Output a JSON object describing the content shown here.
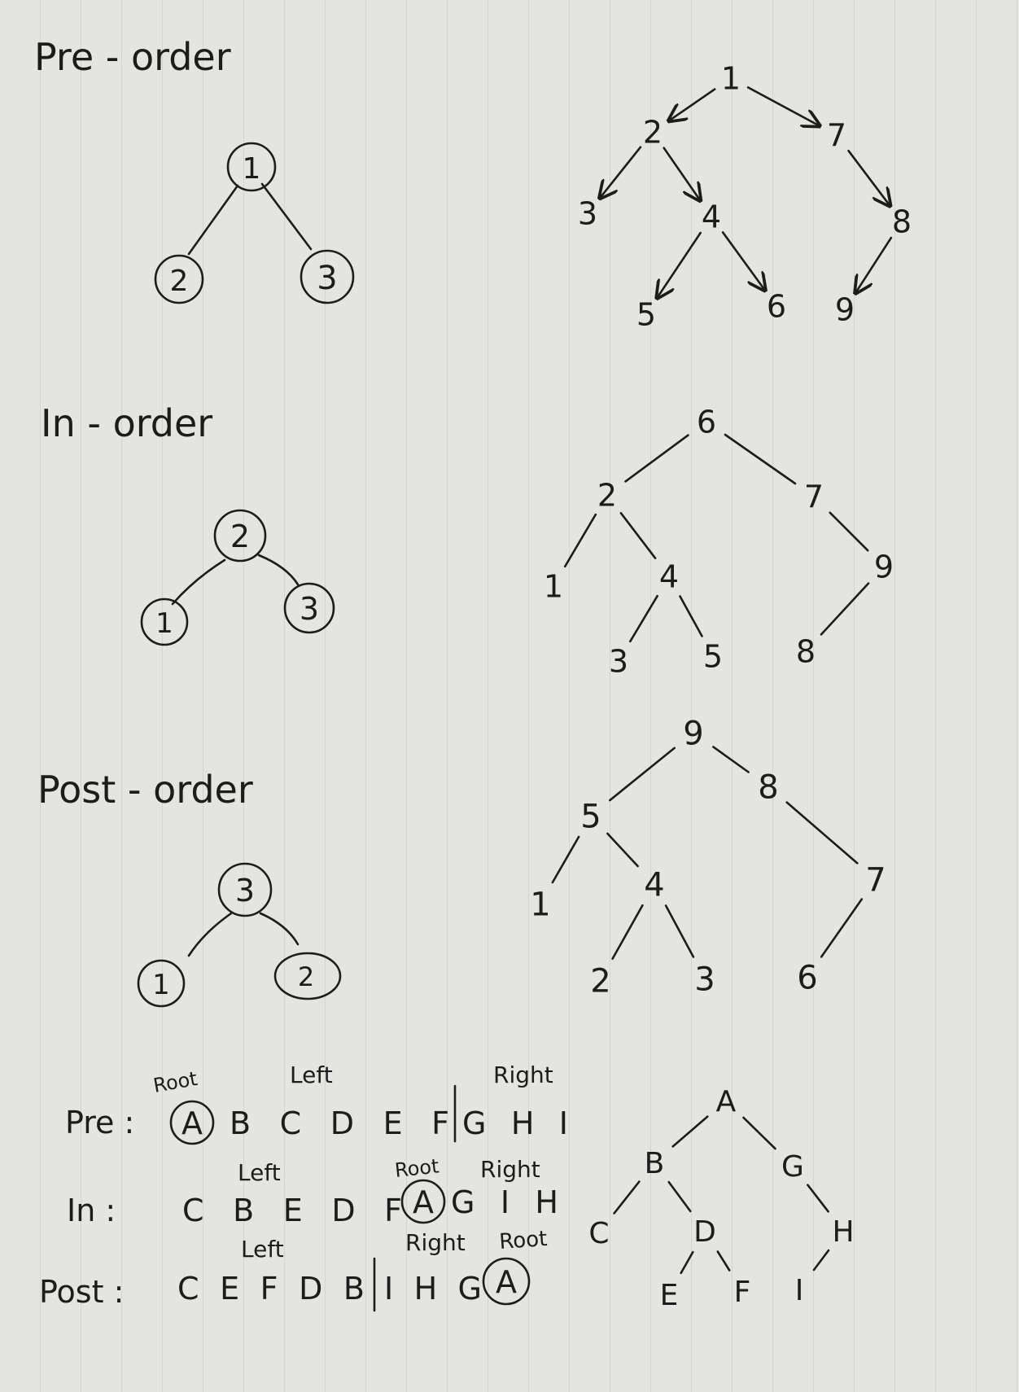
{
  "titles": {
    "preorder": "Pre - order",
    "inorder": "In - order",
    "postorder": "Post - order"
  },
  "small_trees": [
    {
      "id": "pre",
      "root": "1",
      "left": "2",
      "right": "3"
    },
    {
      "id": "in",
      "root": "2",
      "left": "1",
      "right": "3"
    },
    {
      "id": "post",
      "root": "3",
      "left": "1",
      "right": "2"
    }
  ],
  "big_trees": [
    {
      "id": "pre",
      "nodes": [
        {
          "k": "n1",
          "label": "1"
        },
        {
          "k": "n2",
          "label": "2"
        },
        {
          "k": "n7",
          "label": "7"
        },
        {
          "k": "n3",
          "label": "3"
        },
        {
          "k": "n4",
          "label": "4"
        },
        {
          "k": "n8",
          "label": "8"
        },
        {
          "k": "n5",
          "label": "5"
        },
        {
          "k": "n6",
          "label": "6"
        },
        {
          "k": "n9",
          "label": "9"
        }
      ],
      "edges": [
        [
          "n1",
          "n2"
        ],
        [
          "n1",
          "n7"
        ],
        [
          "n2",
          "n3"
        ],
        [
          "n2",
          "n4"
        ],
        [
          "n7",
          "n8"
        ],
        [
          "n4",
          "n5"
        ],
        [
          "n4",
          "n6"
        ],
        [
          "n8",
          "n9"
        ]
      ]
    },
    {
      "id": "in",
      "nodes": [
        {
          "k": "n6",
          "label": "6"
        },
        {
          "k": "n2",
          "label": "2"
        },
        {
          "k": "n7",
          "label": "7"
        },
        {
          "k": "n1",
          "label": "1"
        },
        {
          "k": "n4",
          "label": "4"
        },
        {
          "k": "n9",
          "label": "9"
        },
        {
          "k": "n3",
          "label": "3"
        },
        {
          "k": "n5",
          "label": "5"
        },
        {
          "k": "n8",
          "label": "8"
        }
      ],
      "edges": [
        [
          "n6",
          "n2"
        ],
        [
          "n6",
          "n7"
        ],
        [
          "n2",
          "n1"
        ],
        [
          "n2",
          "n4"
        ],
        [
          "n7",
          "n9"
        ],
        [
          "n4",
          "n3"
        ],
        [
          "n4",
          "n5"
        ],
        [
          "n9",
          "n8"
        ]
      ]
    },
    {
      "id": "post",
      "nodes": [
        {
          "k": "n9",
          "label": "9"
        },
        {
          "k": "n5",
          "label": "5"
        },
        {
          "k": "n8",
          "label": "8"
        },
        {
          "k": "n1",
          "label": "1"
        },
        {
          "k": "n4",
          "label": "4"
        },
        {
          "k": "n7",
          "label": "7"
        },
        {
          "k": "n2",
          "label": "2"
        },
        {
          "k": "n3",
          "label": "3"
        },
        {
          "k": "n6",
          "label": "6"
        }
      ],
      "edges": [
        [
          "n9",
          "n5"
        ],
        [
          "n9",
          "n8"
        ],
        [
          "n5",
          "n1"
        ],
        [
          "n5",
          "n4"
        ],
        [
          "n8",
          "n7"
        ],
        [
          "n4",
          "n2"
        ],
        [
          "n4",
          "n3"
        ],
        [
          "n7",
          "n6"
        ]
      ]
    },
    {
      "id": "abc",
      "nodes": [
        {
          "k": "A",
          "label": "A"
        },
        {
          "k": "B",
          "label": "B"
        },
        {
          "k": "G",
          "label": "G"
        },
        {
          "k": "C",
          "label": "C"
        },
        {
          "k": "D",
          "label": "D"
        },
        {
          "k": "H",
          "label": "H"
        },
        {
          "k": "E",
          "label": "E"
        },
        {
          "k": "F",
          "label": "F"
        },
        {
          "k": "I",
          "label": "I"
        }
      ],
      "edges": [
        [
          "A",
          "B"
        ],
        [
          "A",
          "G"
        ],
        [
          "B",
          "C"
        ],
        [
          "B",
          "D"
        ],
        [
          "G",
          "H"
        ],
        [
          "D",
          "E"
        ],
        [
          "D",
          "F"
        ],
        [
          "H",
          "I"
        ]
      ]
    }
  ],
  "sequences": {
    "pre": {
      "label": "Pre :",
      "root_note": "Root",
      "left_note": "Left",
      "right_note": "Right",
      "root": "A",
      "left": "B C D E F",
      "right": "G H I"
    },
    "in": {
      "label": "In :",
      "left_note": "Left",
      "root_note": "Root",
      "right_note": "Right",
      "left": "C B E D F",
      "root": "A",
      "right": "G I H"
    },
    "post": {
      "label": "Post :",
      "left_note": "Left",
      "right_note": "Right",
      "root_note": "Root",
      "left": "C E F D B",
      "right": "I H G",
      "root": "A"
    }
  }
}
